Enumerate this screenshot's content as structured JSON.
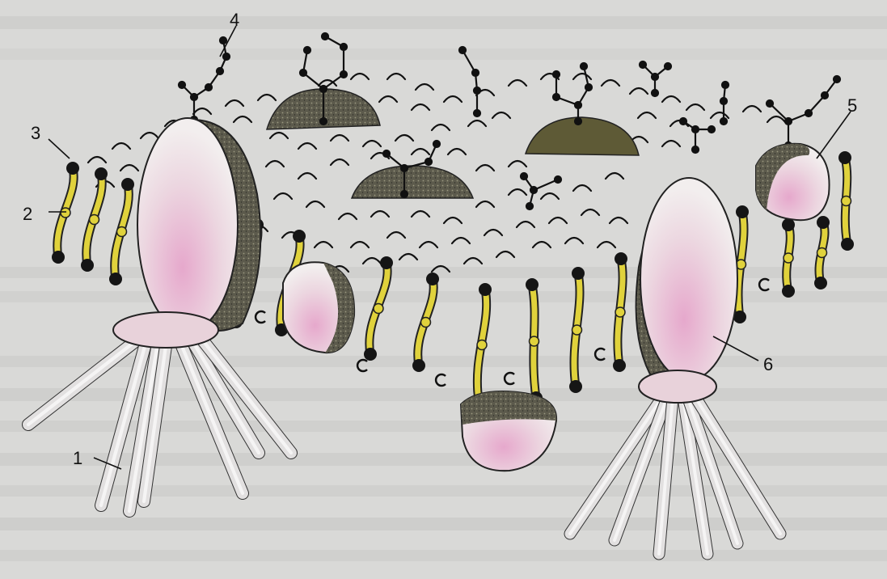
{
  "diagram": {
    "labels": [
      {
        "id": "label-1",
        "text": "1"
      },
      {
        "id": "label-2",
        "text": "2"
      },
      {
        "id": "label-3",
        "text": "3"
      },
      {
        "id": "label-4",
        "text": "4"
      },
      {
        "id": "label-5",
        "text": "5"
      },
      {
        "id": "label-6",
        "text": "6"
      }
    ],
    "colors": {
      "paper": "#d9d9d7",
      "tail": "#e0d23c",
      "head": "#151515",
      "protein_fill": "#e8e2e4",
      "protein_pink": "#e6a8cc",
      "protein_shadow": "#5a5a4e",
      "glyco": "#6b5a2a",
      "fiber": "#e2e0e0"
    }
  }
}
